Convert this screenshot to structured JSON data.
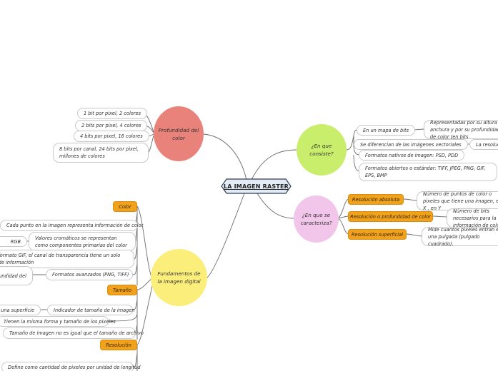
{
  "central": "LA IMAGEN RASTER",
  "topics": {
    "profundidad": "Profundidad del color",
    "consiste": "¿En que consiste?",
    "caracteriza": "¿En que se caracteriza?",
    "fundamentos": "Fundamentos de la imagen digital"
  },
  "profundidad_items": [
    "1 bit por pixel, 2 colores",
    "2 bits por pixel, 4 colores",
    "4 bits por pixel, 16 colores",
    "8 bits por canal, 24 bits por pixel, millones de colores"
  ],
  "consiste_items": {
    "mapa_bits": "En un mapa de bits",
    "mapa_bits_detail": "Representadas por su altura y anchura y por su profundidad de color (en bits",
    "diferencian": "Se diferencian de las imágenes vectoriales",
    "diferencian_detail": "La resolución",
    "nativos": "Formatos nativos de imagen: PSD, PDD",
    "abiertos": "Formatos abiertos o estándar: TIFF, JPEG, PNG, GIF, EPS, BMP"
  },
  "caracteriza_items": {
    "absoluta": "Resolución absoluta",
    "absoluta_detail": "Número de puntos de color o pixeles que tiene una imagen, en X , en Y",
    "profundidad": "Resolución o profundidad de color",
    "profundidad_detail": "Número de bits necesarios para la información de color",
    "superficial": "Resolución superficial",
    "superficial_detail": "Mide cuantos pixeles entran en una pulgada (pulgado cuadrado)."
  },
  "fundamentos_items": {
    "color": "Color",
    "color_1": "Cada punto en la imagen representa información de color",
    "color_2_left": "RGB",
    "color_2": "Valores cromáticos se representan como componentes primarias del color",
    "color_3": "En formato GIF, el canal de transparencia tiene un solo bit de información",
    "color_4_left": "Profundidad del",
    "color_4": "Formatos avanzados (PNG, TIFF)",
    "tamano": "Tamaño",
    "tamano_1_left": "en una superficie",
    "tamano_1": "Indicador de tamaño de la imagen",
    "tamano_2": "Tienen la misma forma y tamaño de los pixeles",
    "tamano_3": "Tamaño de imagen no es igual que el tamaño de archivo",
    "resolucion": "Resolución",
    "resolucion_1": "Define como cantidad de pixeles por unidad de longitud"
  },
  "colors": {
    "profundidad": "#e8827a",
    "consiste": "#c9ee6b",
    "caracteriza": "#f1c6ea",
    "fundamentos": "#fbee7a",
    "orange": "#f0a21c",
    "central_fill": "#e3ecf5",
    "link": "#6b6b6b"
  }
}
